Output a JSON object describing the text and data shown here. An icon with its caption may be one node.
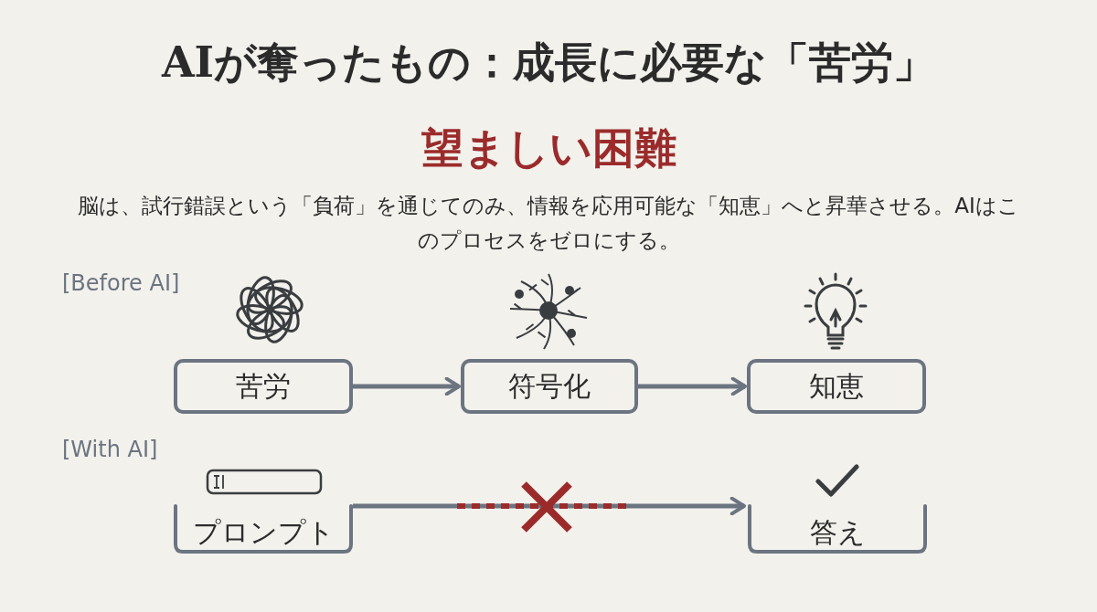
{
  "diagram": {
    "title": "AIが奪ったもの：成長に必要な「苦労」",
    "nodes": [
      {
        "text": [
          "苦労"
        ]
      },
      {
        "text": [
          "符号化"
        ]
      },
      {
        "text": [
          "知恵"
        ]
      },
      {
        "text": [
          "プロンプト"
        ]
      },
      {
        "text": [
          "答え"
        ]
      }
    ],
    "edges": [
      {
        "from": 0,
        "to": 1,
        "arrow": "to"
      },
      {
        "from": 1,
        "to": 2,
        "arrow": "to"
      },
      {
        "from": 3,
        "to": 4,
        "arrow": "to"
      }
    ],
    "labels": [
      "望ましい困難",
      "脳は、試行錯誤という「負荷」を通じてのみ、情報を応用可能な「知恵」へと昇華させる。AIはこのプロセスをゼロにする。",
      "[Before AI]",
      "[With AI]"
    ]
  }
}
